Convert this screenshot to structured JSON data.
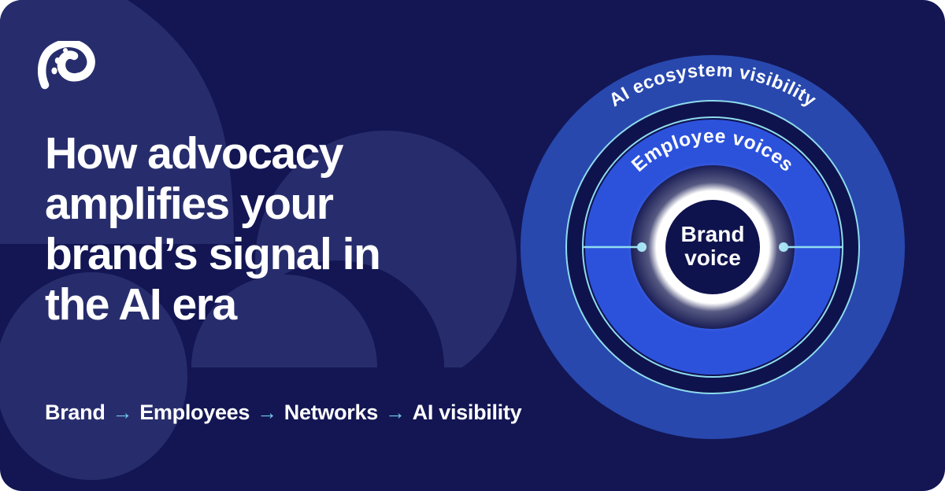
{
  "card": {
    "background": "#131653",
    "corner_radius": 28
  },
  "background_shapes": {
    "color": "#272D6C",
    "items": [
      "top-left-blob",
      "center-dome",
      "lower-dome",
      "bottom-left-ellipse"
    ]
  },
  "logo": {
    "icon": "spiral-logo",
    "color": "#ffffff"
  },
  "heading": {
    "color": "#ffffff",
    "lines": [
      "How advocacy",
      "amplifies your",
      "brand’s signal in",
      "the AI era"
    ]
  },
  "flow": {
    "words": [
      "Brand",
      "Employees",
      "Networks",
      "AI visibility"
    ],
    "arrow": "→",
    "text_color": "#ffffff",
    "arrow_color": "#6FC7EC"
  },
  "diagram": {
    "outer_label": "AI ecosystem visibility",
    "middle_label": "Employee voices",
    "center": {
      "line1": "Brand",
      "line2": "voice"
    },
    "colors": {
      "outer_ring": "#2848AE",
      "middle_ring": "#2C52DC",
      "dark_ring": "#0F134D",
      "center_fill": "#0F134D",
      "ring_border": "#8FDCEF",
      "connector": "#8FDCEF",
      "center_ring": "#ffffff",
      "label": "#ffffff"
    }
  }
}
